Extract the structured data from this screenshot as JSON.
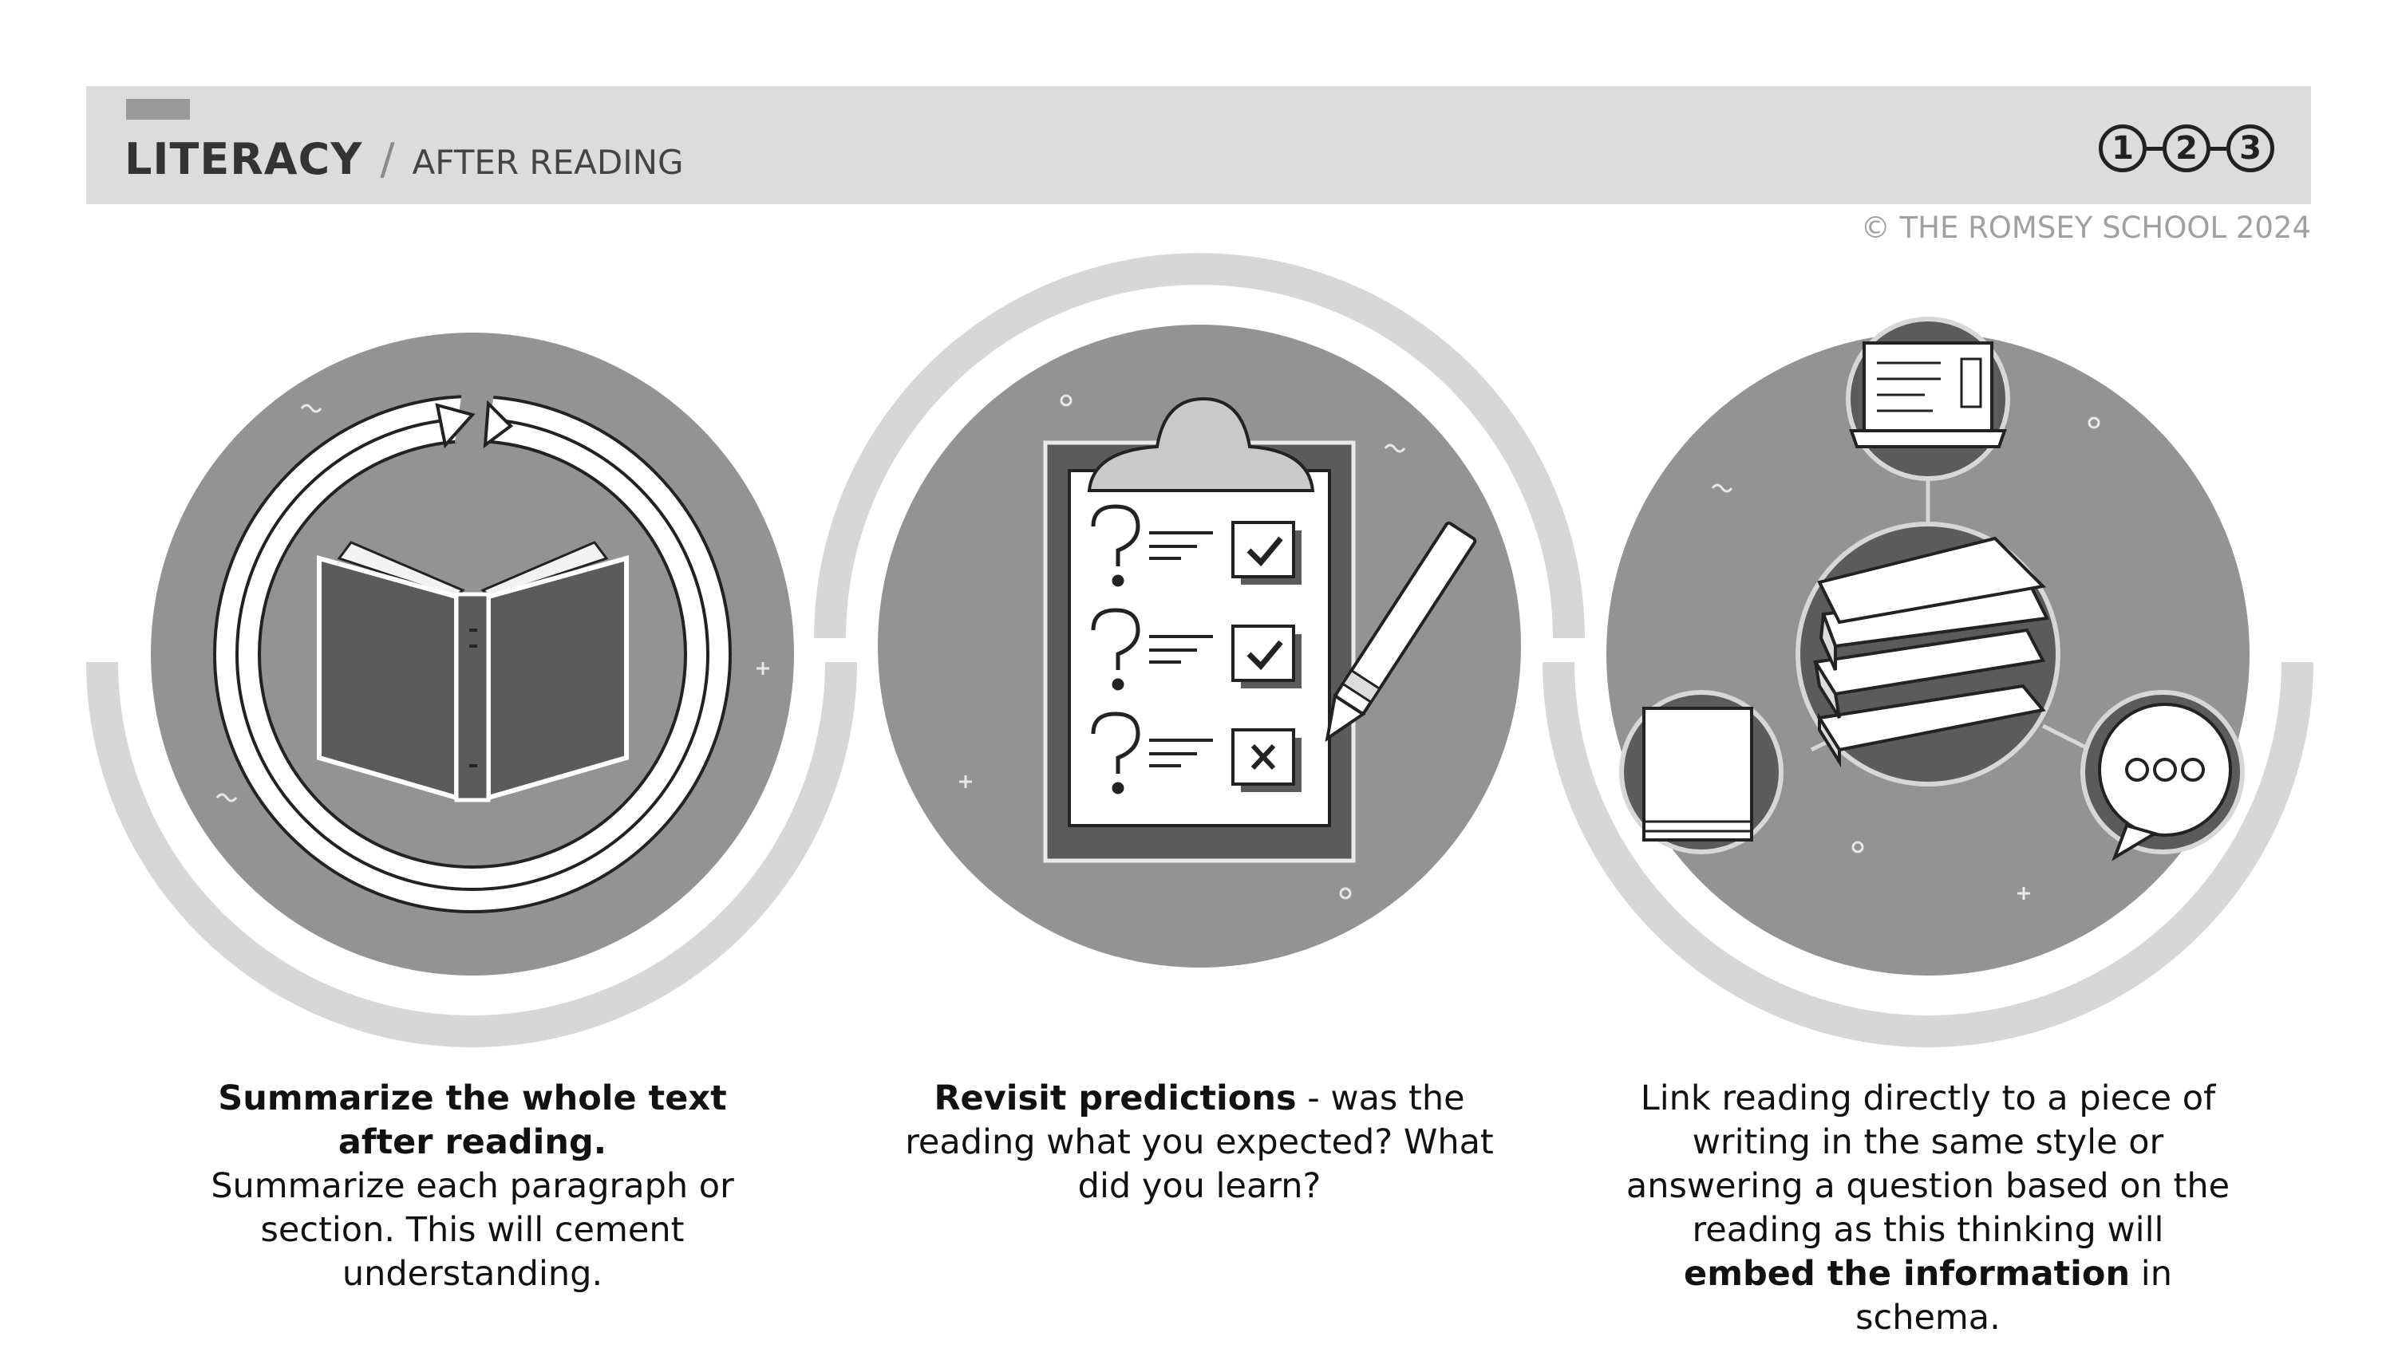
{
  "header": {
    "title": "LITERACY",
    "separator": "/",
    "subtitle": "AFTER READING",
    "steps": [
      "1",
      "2",
      "3"
    ]
  },
  "copyright": "© THE ROMSEY SCHOOL 2024",
  "cards": [
    {
      "icon": "book-refresh-icon",
      "bold_lead": "Summarize the whole text after reading.",
      "text": "Summarize each paragraph or section. This will cement understanding."
    },
    {
      "icon": "clipboard-checklist-icon",
      "bold_lead": "Revisit predictions",
      "text": "- was the reading what you expected? What did you learn?"
    },
    {
      "icon": "book-network-icon",
      "text_before": "Link reading directly to a piece of writing in the same style or answering a question based on the reading as this thinking will",
      "bold_mid": "embed the information",
      "text_after": "in schema."
    }
  ],
  "colors": {
    "header_bg": "#dcdcdc",
    "circle_fill": "#939393",
    "ring": "#d7d7d7",
    "dark": "#5b5b5b",
    "copyright": "#a0a0a0"
  }
}
